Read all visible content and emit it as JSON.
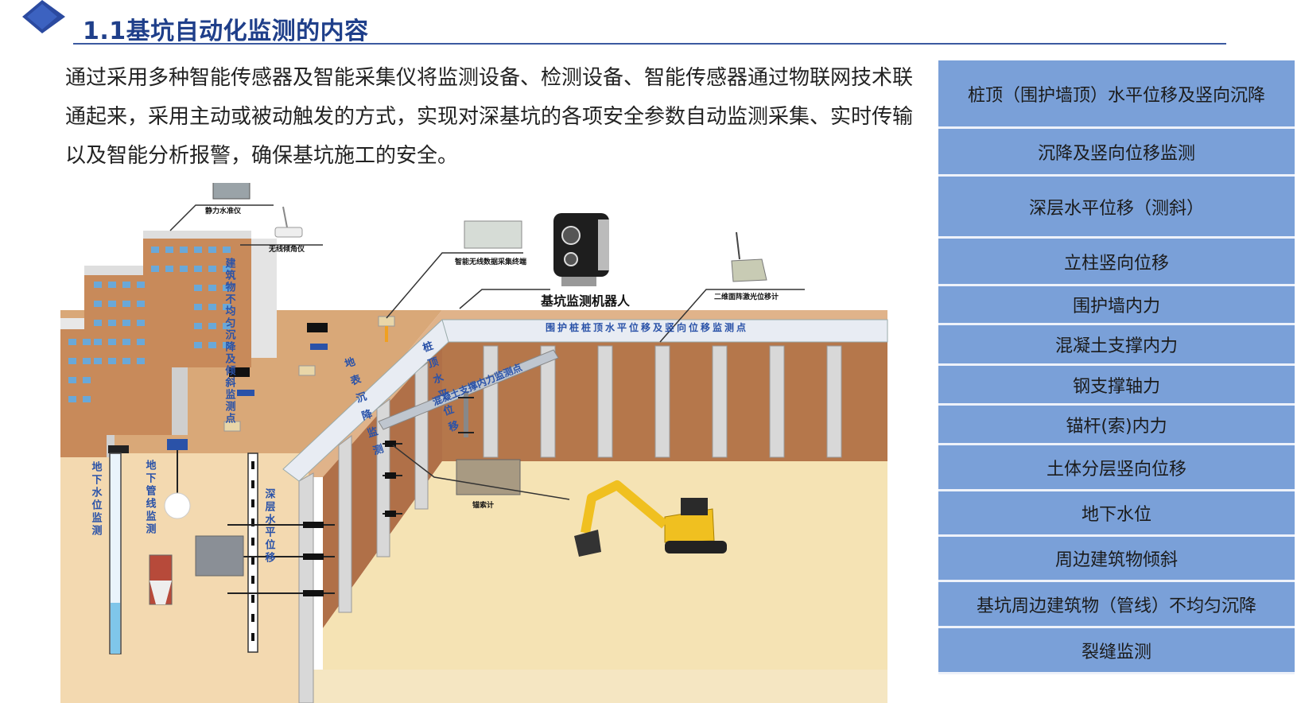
{
  "header": {
    "title": "1.1基坑自动化监测的内容"
  },
  "intro": {
    "text": "通过采用多种智能传感器及智能采集仪将监测设备、检测设备、智能传感器通过物联网技术联通起来，采用主动或被动触发的方式，实现对深基坑的各项安全参数自动监测采集、实时传输以及智能分析报警，确保基坑施工的安全。"
  },
  "illustration": {
    "labels": {
      "static_level": "静力水准仪",
      "wireless_tilt": "无线倾角仪",
      "wireless_terminal": "智能无线数据采集终端",
      "robot": "基坑监测机器人",
      "laser_meter": "二维面阵激光位移计",
      "pile_top_points": "围护桩桩顶水平位移及竖向位移监测点",
      "concrete_brace": "混凝土支撑内力监测点",
      "anchor_meter": "锚索计",
      "building_settlement": "建筑物不均匀沉降及倾斜监测点",
      "ground_settlement": "地表沉降监测",
      "pile_top_horizontal": "桩顶水平位移",
      "groundwater": "地下水位监测",
      "pipeline": "地下管线监测",
      "deep_horizontal": "深层水平位移"
    }
  },
  "monitor_list": [
    "桩顶（围护墙顶）水平位移及竖向沉降",
    "沉降及竖向位移监测",
    "深层水平位移（测斜）",
    "立柱竖向位移",
    "围护墙内力",
    "混凝土支撑内力",
    "钢支撑轴力",
    "锚杆(索)内力",
    "土体分层竖向位移",
    "地下水位",
    "周边建筑物倾斜",
    "基坑周边建筑物（管线）不均匀沉降",
    "裂缝监测"
  ],
  "colors": {
    "title": "#1f3f8a",
    "list_bg": "#7aa0d8",
    "ground": "#d9a878",
    "pit_wall": "#b5774b",
    "pit_floor": "#f5e3b4"
  }
}
